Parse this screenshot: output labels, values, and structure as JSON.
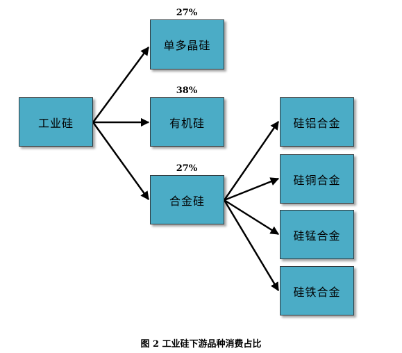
{
  "nodes": {
    "industrial": "工业硅",
    "polysilicon": "单多晶硅",
    "organic": "有机硅",
    "alloy": "合金硅",
    "al": "硅铝合金",
    "cu": "硅铜合金",
    "mn": "硅锰合金",
    "fe": "硅铁合金"
  },
  "percentages": {
    "polysilicon": "27%",
    "organic": "38%",
    "alloy": "27%"
  },
  "caption": "图 2  工业硅下游品种消费占比"
}
